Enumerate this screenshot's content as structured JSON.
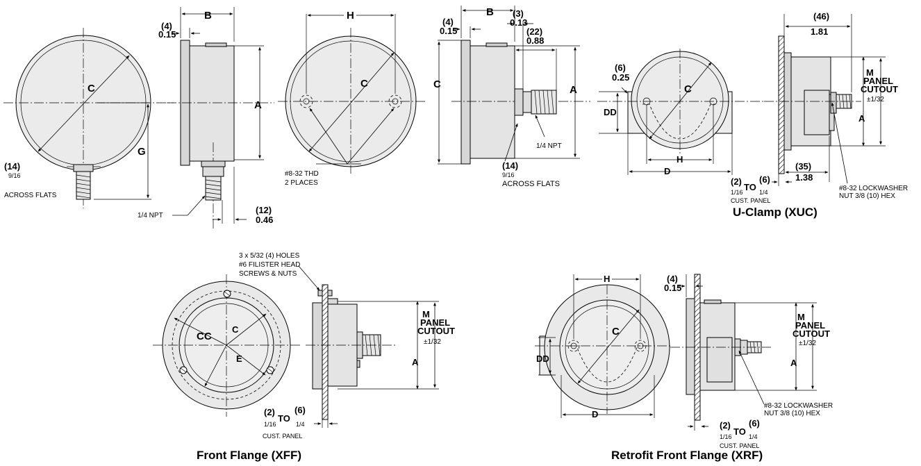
{
  "colors": {
    "line": "#000000",
    "face": "#ebebeb",
    "body": "#e4e4e4",
    "background": "#ffffff"
  },
  "view_top_left": {
    "dim_c": "C",
    "dim_b": "B",
    "dim_a": "A",
    "dim_g": "G",
    "thk_mm": "(4)",
    "thk_in": "0.15",
    "flats_mm": "(14)",
    "flats_frac": "9/16",
    "across_flats": "ACROSS FLATS",
    "npt": "1/4 NPT",
    "thread_mm": "(12)",
    "thread_in": "0.46"
  },
  "view_top_mid": {
    "dim_h": "H",
    "dim_c": "C",
    "thd_line1": "#8-32  THD",
    "thd_line2": "2 PLACES"
  },
  "view_top_side": {
    "dim_b": "B",
    "dim_c": "C",
    "dim_a": "A",
    "thk_mm": "(4)",
    "thk_in": "0.15",
    "gap_mm": "(3)",
    "gap_in": "0.13",
    "ext_mm": "(22)",
    "ext_in": "0.88",
    "npt": "1/4 NPT",
    "flats_mm": "(14)",
    "flats_frac": "9/16",
    "across_flats": "ACROSS FLATS"
  },
  "uclamp": {
    "title": "U-Clamp (XUC)",
    "dim_mm": "(6)",
    "dim_in": "0.25",
    "dim_c": "C",
    "dim_dd": "DD",
    "dim_h": "H",
    "dim_d": "D",
    "dim_a": "A",
    "depth_mm": "(46)",
    "depth_in": "1.81",
    "cutout_1": "M",
    "cutout_2": "PANEL",
    "cutout_3": "CUTOUT",
    "cutout_tol": "±1/32",
    "rear_mm": "(35)",
    "rear_in": "1.38",
    "panel_min_mm": "(2)",
    "panel_max_mm": "(6)",
    "panel_min": "1/16",
    "panel_to": "TO",
    "panel_max": "1/4",
    "cust_panel": "CUST. PANEL",
    "lock_1": "#8-32 LOCKWASHER",
    "lock_2": "NUT 3/8 (10)  HEX"
  },
  "front_flange": {
    "title": "Front Flange (XFF)",
    "holes_1": "3 x 5/32 (4) HOLES",
    "holes_2": "#6 FILISTER HEAD",
    "holes_3": "SCREWS & NUTS",
    "dim_cc": "CC",
    "dim_c": "C",
    "dim_e": "E",
    "dim_a": "A",
    "cutout_1": "M",
    "cutout_2": "PANEL",
    "cutout_3": "CUTOUT",
    "cutout_tol": "±1/32",
    "panel_min_mm": "(2)",
    "panel_max_mm": "(6)",
    "panel_min": "1/16",
    "panel_to": "TO",
    "panel_max": "1/4",
    "cust_panel": "CUST. PANEL"
  },
  "retrofit_flange": {
    "title": "Retrofit Front Flange (XRF)",
    "dim_h": "H",
    "dim_c": "C",
    "dim_dd": "DD",
    "dim_d": "D",
    "dim_a": "A",
    "thk_mm": "(4)",
    "thk_in": "0.15",
    "cutout_1": "M",
    "cutout_2": "PANEL",
    "cutout_3": "CUTOUT",
    "cutout_tol": "±1/32",
    "lock_1": "#8-32 LOCKWASHER",
    "lock_2": "NUT 3/8 (10)  HEX",
    "panel_min_mm": "(2)",
    "panel_max_mm": "(6)",
    "panel_min": "1/16",
    "panel_to": "TO",
    "panel_max": "1/4",
    "cust_panel": "CUST. PANEL"
  }
}
